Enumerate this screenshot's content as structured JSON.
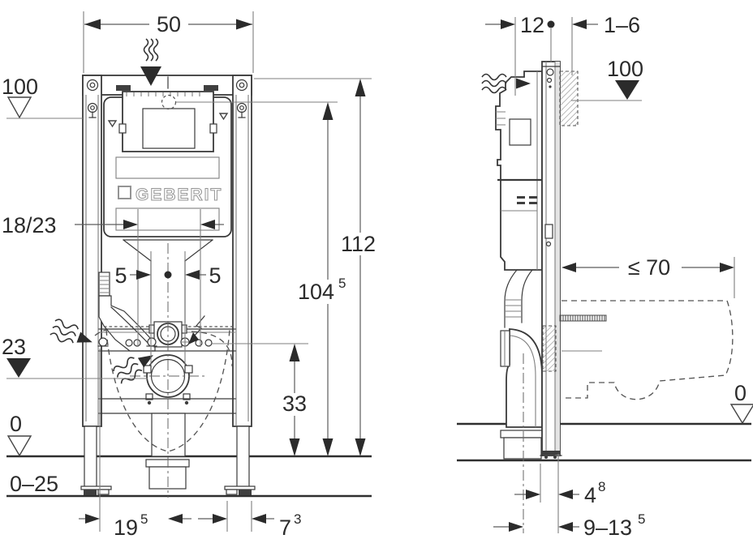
{
  "front_view": {
    "dim_width": "50",
    "level_top": "100",
    "dim_flush_offset": "18/23",
    "dim_duct_left": "5",
    "dim_duct_right": "5",
    "level_drain_center": "23",
    "level_finished_floor": "0",
    "range_raw_floor": "0–25",
    "dim_drain_offset": {
      "main": "19",
      "sup": "5"
    },
    "dim_leg_offset": {
      "main": "7",
      "sup": "3"
    },
    "dim_total_height": "112",
    "dim_plate_height": {
      "main": "104",
      "sup": "5"
    },
    "dim_drain_height": "33",
    "logo": "GEBERIT"
  },
  "side_view": {
    "dim_frame_depth": "12",
    "dim_wall_lining": "1–6",
    "level_top": "100",
    "dim_bowl_depth": "≤ 70",
    "level_floor": "0",
    "dim_outlet_offset": {
      "main": "4",
      "sup": "8"
    },
    "dim_outlet_range": {
      "main": "9–13",
      "sup": "5"
    }
  }
}
